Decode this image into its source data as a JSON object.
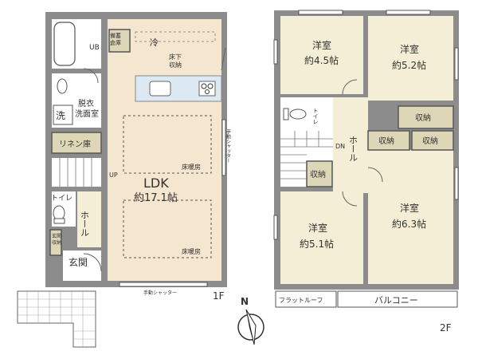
{
  "floor1": {
    "label": "1F",
    "rooms": {
      "ldk_name": "LDK",
      "ldk_size": "約17.1帖",
      "bath": "UB",
      "storage": "備蓄\n倉庫",
      "fridge": "冷",
      "underfloor": "床下\n収納",
      "sink": "洗",
      "dressing": "脱衣\n洗面室",
      "linen": "リネン庫",
      "toilet": "トイレ",
      "hall": "ホール",
      "entrance_storage": "玄関\n収納",
      "entrance": "玄関",
      "floor_heating_1": "床暖房",
      "floor_heating_2": "床暖房",
      "up": "UP"
    },
    "shutter_right": "手動シャッター",
    "shutter_bottom": "手動シャッター"
  },
  "floor2": {
    "label": "2F",
    "rooms": {
      "room1_name": "洋室",
      "room1_size": "約4.5帖",
      "room2_name": "洋室",
      "room2_size": "約5.2帖",
      "room3_name": "洋室",
      "room3_size": "約5.1帖",
      "room4_name": "洋室",
      "room4_size": "約6.3帖",
      "closet_a": "収納",
      "closet_b": "収納",
      "closet_c": "収納",
      "closet_d": "収納",
      "toilet": "トイレ",
      "hall": "ホール",
      "down": "DN",
      "flat_roof": "フラットルーフ",
      "balcony": "バルコニー"
    }
  },
  "compass": {
    "label": "N"
  },
  "colors": {
    "wall": "#8c8c8c",
    "room": "#f3eed5",
    "ldk": "#f5e6cf",
    "storage": "#ddd7b8",
    "counter": "#dce9f3"
  }
}
